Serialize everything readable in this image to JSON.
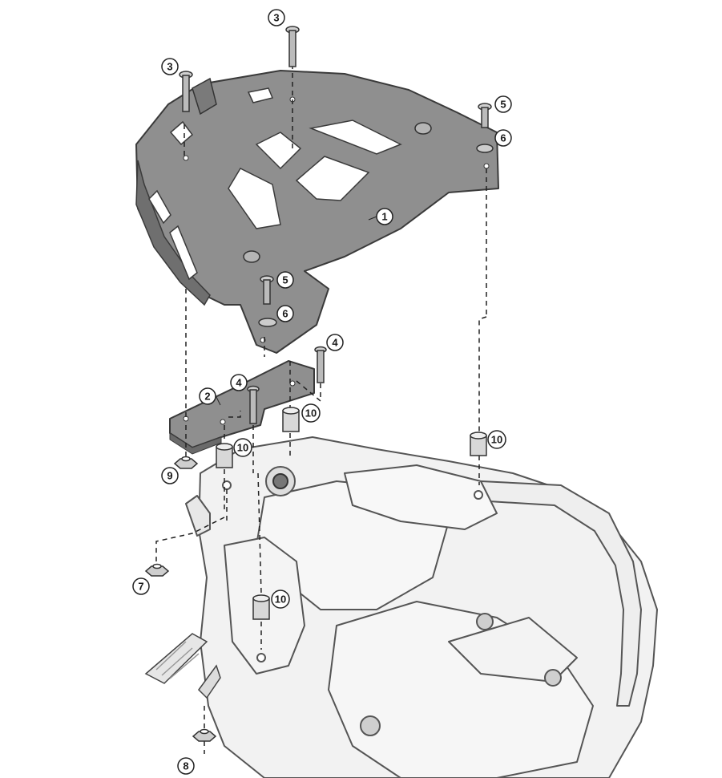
{
  "diagram": {
    "callouts": [
      {
        "id": "c-1",
        "label": "1"
      },
      {
        "id": "c-2",
        "label": "2"
      },
      {
        "id": "c-3a",
        "label": "3"
      },
      {
        "id": "c-3b",
        "label": "3"
      },
      {
        "id": "c-4a",
        "label": "4"
      },
      {
        "id": "c-4b",
        "label": "4"
      },
      {
        "id": "c-5a",
        "label": "5"
      },
      {
        "id": "c-5b",
        "label": "5"
      },
      {
        "id": "c-6a",
        "label": "6"
      },
      {
        "id": "c-6b",
        "label": "6"
      },
      {
        "id": "c-7",
        "label": "7"
      },
      {
        "id": "c-8",
        "label": "8"
      },
      {
        "id": "c-9",
        "label": "9"
      },
      {
        "id": "c-10a",
        "label": "10"
      },
      {
        "id": "c-10b",
        "label": "10"
      },
      {
        "id": "c-10c",
        "label": "10"
      },
      {
        "id": "c-10d",
        "label": "10"
      }
    ],
    "colors": {
      "plate_fill": "#8f8f8f",
      "plate_stroke": "#3a3a3a",
      "frame_fill": "#f2f2f2",
      "frame_stroke": "#555555",
      "bolt_fill": "#c8c8c8",
      "dash_line": "#222222",
      "callout_stroke": "#222222"
    }
  }
}
